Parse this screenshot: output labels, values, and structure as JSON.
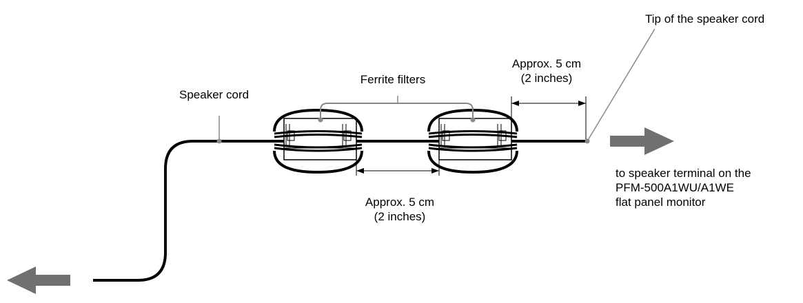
{
  "labels": {
    "tip": "Tip of the speaker cord",
    "ferrite": "Ferrite filters",
    "speaker_cord": "Speaker cord",
    "approx_top_line1": "Approx. 5 cm",
    "approx_top_line2": "(2 inches)",
    "approx_bottom_line1": "Approx. 5 cm",
    "approx_bottom_line2": "(2 inches)",
    "to_speaker_line1": "to speaker terminal on the",
    "to_speaker_line2": "PFM-500A1WU/A1WE",
    "to_speaker_line3": "flat panel monitor"
  },
  "colors": {
    "line": "#000000",
    "arrow": "#707070",
    "leader": "#888888",
    "filter_fill": "#ffffff"
  }
}
